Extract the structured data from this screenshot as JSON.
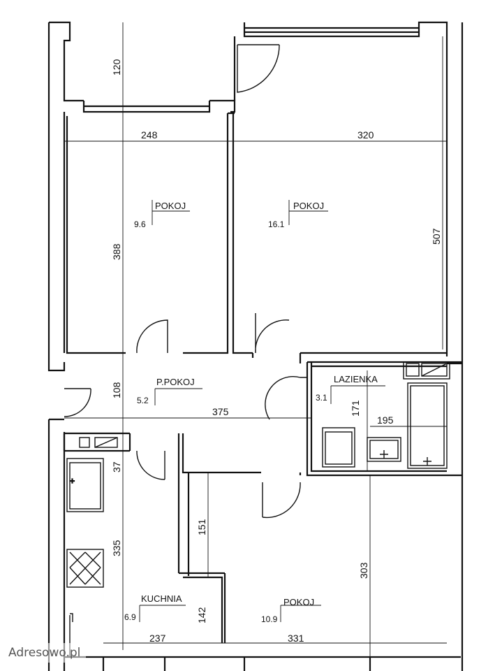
{
  "rooms": [
    {
      "name": "POKOJ",
      "area": "9.6"
    },
    {
      "name": "POKOJ",
      "area": "16.1"
    },
    {
      "name": "P.POKOJ",
      "area": "5.2"
    },
    {
      "name": "LAZIENKA",
      "area": "3.1"
    },
    {
      "name": "KUCHNIA",
      "area": "6.9"
    },
    {
      "name": "POKOJ",
      "area": "10.9"
    }
  ],
  "dimensions": {
    "balcony_depth": "120",
    "room1_width": "248",
    "room2_width": "320",
    "room1_depth": "388",
    "room2_depth": "507",
    "hall_depth": "108",
    "hall_length": "375",
    "bath_depth": "171",
    "bath_width": "195",
    "kitchen_top": "37",
    "kitchen_depth": "335",
    "corridor_depth": "151",
    "kitchen_bottom": "142",
    "room3_depth": "303",
    "kitchen_width": "237",
    "room3_width": "331"
  },
  "watermark": "Adresowo.pl"
}
